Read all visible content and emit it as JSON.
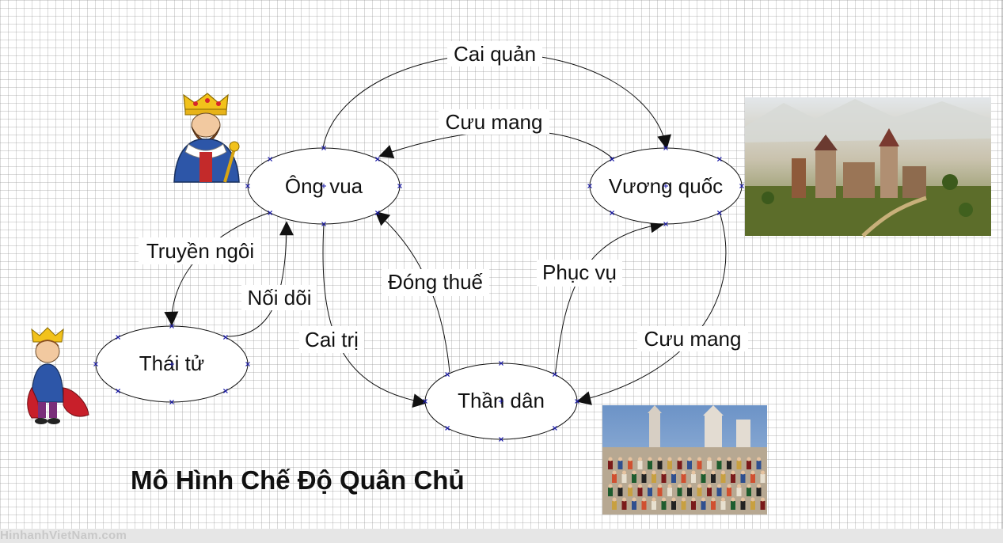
{
  "diagram": {
    "title": "Mô Hình Chế Độ Quân Chủ",
    "nodes": {
      "king": "Ông vua",
      "kingdom": "Vương quốc",
      "prince": "Thái tử",
      "subjects": "Thần dân"
    },
    "edges": {
      "govern_kingdom": "Cai quản",
      "kingdom_shelters_king": "Cưu mang",
      "pass_throne": "Truyền ngôi",
      "succeed": "Nối dõi",
      "rule_subjects": "Cai trị",
      "pay_tax": "Đóng thuế",
      "serve": "Phục vụ",
      "kingdom_shelters_subjects": "Cưu mang"
    },
    "colors": {
      "line": "#111111",
      "node_fill": "#ffffff",
      "handle": "#1a1aa8"
    },
    "images": [
      "king-icon",
      "prince-icon",
      "kingdom-landscape-photo",
      "subjects-crowd-photo"
    ]
  },
  "watermark": "HinhanhVietNam.com"
}
